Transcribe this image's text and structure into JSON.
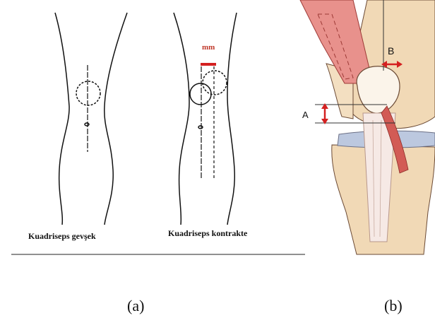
{
  "panel_a": {
    "left_caption": "Kuadriseps gevşek",
    "right_caption": "Kuadriseps kontrakte",
    "measure_label": "mm"
  },
  "panel_b": {
    "label_a": "A",
    "label_b": "B"
  },
  "captions": {
    "a": "(a)",
    "b": "(b)"
  },
  "colors": {
    "accent_red": "#d42020",
    "muscle_red": "#e58b86",
    "bone": "#f1d9b6",
    "cartilage": "#bcc8df",
    "ink": "#111111"
  }
}
